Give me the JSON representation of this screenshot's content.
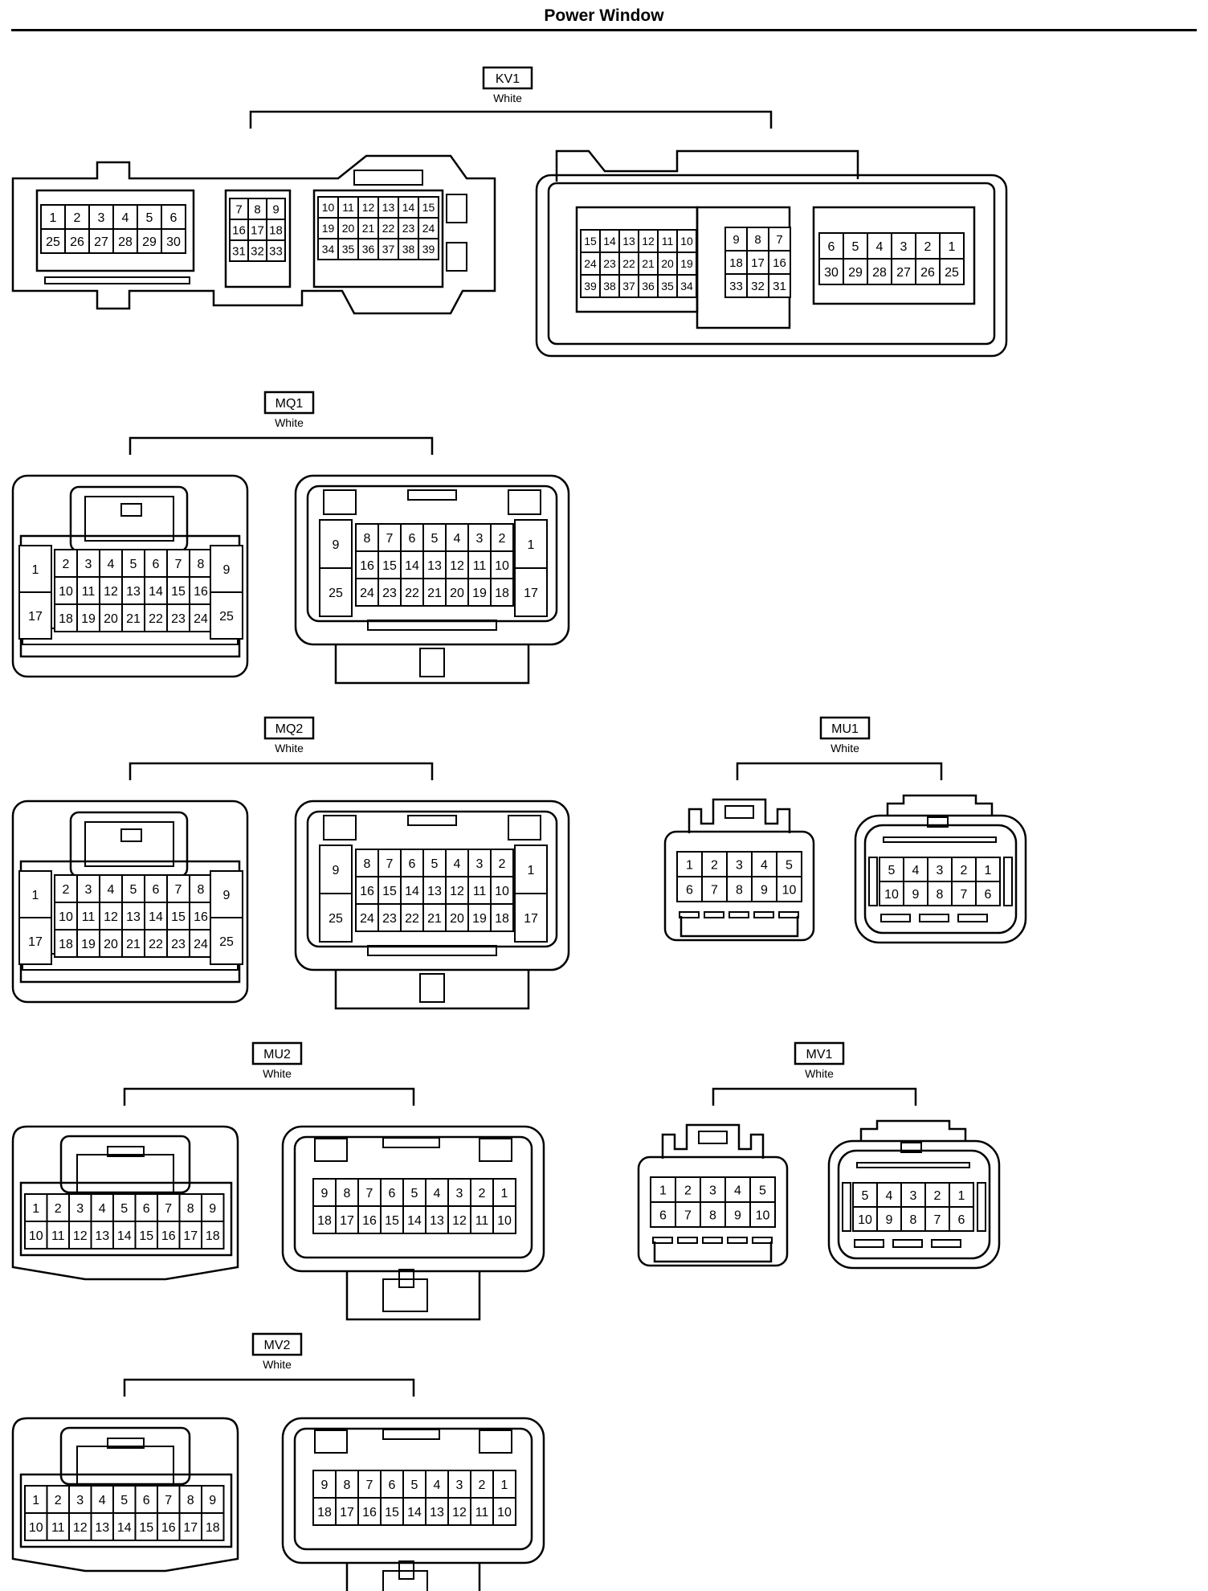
{
  "page": {
    "title": "Power Window"
  },
  "connectors": [
    {
      "id": "KV1",
      "color": "White",
      "views": [
        {
          "kind": "kv-left",
          "groups": [
            {
              "rows": [
                [
                  "1",
                  "2",
                  "3",
                  "4",
                  "5",
                  "6"
                ],
                [
                  "25",
                  "26",
                  "27",
                  "28",
                  "29",
                  "30"
                ]
              ]
            },
            {
              "rows": [
                [
                  "7",
                  "8",
                  "9"
                ],
                [
                  "16",
                  "17",
                  "18"
                ],
                [
                  "31",
                  "32",
                  "33"
                ]
              ]
            },
            {
              "rows": [
                [
                  "10",
                  "11",
                  "12",
                  "13",
                  "14",
                  "15"
                ],
                [
                  "19",
                  "20",
                  "21",
                  "22",
                  "23",
                  "24"
                ],
                [
                  "34",
                  "35",
                  "36",
                  "37",
                  "38",
                  "39"
                ]
              ]
            }
          ]
        },
        {
          "kind": "kv-right",
          "groups": [
            {
              "rows": [
                [
                  "15",
                  "14",
                  "13",
                  "12",
                  "11",
                  "10"
                ],
                [
                  "24",
                  "23",
                  "22",
                  "21",
                  "20",
                  "19"
                ],
                [
                  "39",
                  "38",
                  "37",
                  "36",
                  "35",
                  "34"
                ]
              ]
            },
            {
              "rows": [
                [
                  "9",
                  "8",
                  "7"
                ],
                [
                  "18",
                  "17",
                  "16"
                ],
                [
                  "33",
                  "32",
                  "31"
                ]
              ]
            },
            {
              "rows": [
                [
                  "6",
                  "5",
                  "4",
                  "3",
                  "2",
                  "1"
                ],
                [
                  "30",
                  "29",
                  "28",
                  "27",
                  "26",
                  "25"
                ]
              ]
            }
          ]
        }
      ]
    },
    {
      "id": "MQ1",
      "color": "White",
      "views": [
        {
          "kind": "mq-left",
          "left": [
            "1",
            "17"
          ],
          "right": [
            "9",
            "25"
          ],
          "rows": [
            [
              "2",
              "3",
              "4",
              "5",
              "6",
              "7",
              "8"
            ],
            [
              "10",
              "11",
              "12",
              "13",
              "14",
              "15",
              "16"
            ],
            [
              "18",
              "19",
              "20",
              "21",
              "22",
              "23",
              "24"
            ]
          ]
        },
        {
          "kind": "mq-right",
          "left": [
            "9",
            "25"
          ],
          "right": [
            "1",
            "17"
          ],
          "rows": [
            [
              "8",
              "7",
              "6",
              "5",
              "4",
              "3",
              "2"
            ],
            [
              "16",
              "15",
              "14",
              "13",
              "12",
              "11",
              "10"
            ],
            [
              "24",
              "23",
              "22",
              "21",
              "20",
              "19",
              "18"
            ]
          ]
        }
      ]
    },
    {
      "id": "MQ2",
      "color": "White",
      "views": [
        {
          "kind": "mq-left",
          "left": [
            "1",
            "17"
          ],
          "right": [
            "9",
            "25"
          ],
          "rows": [
            [
              "2",
              "3",
              "4",
              "5",
              "6",
              "7",
              "8"
            ],
            [
              "10",
              "11",
              "12",
              "13",
              "14",
              "15",
              "16"
            ],
            [
              "18",
              "19",
              "20",
              "21",
              "22",
              "23",
              "24"
            ]
          ]
        },
        {
          "kind": "mq-right",
          "left": [
            "9",
            "25"
          ],
          "right": [
            "1",
            "17"
          ],
          "rows": [
            [
              "8",
              "7",
              "6",
              "5",
              "4",
              "3",
              "2"
            ],
            [
              "16",
              "15",
              "14",
              "13",
              "12",
              "11",
              "10"
            ],
            [
              "24",
              "23",
              "22",
              "21",
              "20",
              "19",
              "18"
            ]
          ]
        }
      ]
    },
    {
      "id": "MU1",
      "color": "White",
      "views": [
        {
          "kind": "small-left",
          "rows": [
            [
              "1",
              "2",
              "3",
              "4",
              "5"
            ],
            [
              "6",
              "7",
              "8",
              "9",
              "10"
            ]
          ]
        },
        {
          "kind": "small-right",
          "rows": [
            [
              "5",
              "4",
              "3",
              "2",
              "1"
            ],
            [
              "10",
              "9",
              "8",
              "7",
              "6"
            ]
          ]
        }
      ]
    },
    {
      "id": "MU2",
      "color": "White",
      "views": [
        {
          "kind": "wide-left",
          "rows": [
            [
              "1",
              "2",
              "3",
              "4",
              "5",
              "6",
              "7",
              "8",
              "9"
            ],
            [
              "10",
              "11",
              "12",
              "13",
              "14",
              "15",
              "16",
              "17",
              "18"
            ]
          ]
        },
        {
          "kind": "wide-right",
          "rows": [
            [
              "9",
              "8",
              "7",
              "6",
              "5",
              "4",
              "3",
              "2",
              "1"
            ],
            [
              "18",
              "17",
              "16",
              "15",
              "14",
              "13",
              "12",
              "11",
              "10"
            ]
          ]
        }
      ]
    },
    {
      "id": "MV1",
      "color": "White",
      "views": [
        {
          "kind": "small-left",
          "rows": [
            [
              "1",
              "2",
              "3",
              "4",
              "5"
            ],
            [
              "6",
              "7",
              "8",
              "9",
              "10"
            ]
          ]
        },
        {
          "kind": "small-right",
          "rows": [
            [
              "5",
              "4",
              "3",
              "2",
              "1"
            ],
            [
              "10",
              "9",
              "8",
              "7",
              "6"
            ]
          ]
        }
      ]
    },
    {
      "id": "MV2",
      "color": "White",
      "views": [
        {
          "kind": "wide-left",
          "rows": [
            [
              "1",
              "2",
              "3",
              "4",
              "5",
              "6",
              "7",
              "8",
              "9"
            ],
            [
              "10",
              "11",
              "12",
              "13",
              "14",
              "15",
              "16",
              "17",
              "18"
            ]
          ]
        },
        {
          "kind": "wide-right",
          "rows": [
            [
              "9",
              "8",
              "7",
              "6",
              "5",
              "4",
              "3",
              "2",
              "1"
            ],
            [
              "18",
              "17",
              "16",
              "15",
              "14",
              "13",
              "12",
              "11",
              "10"
            ]
          ]
        }
      ]
    }
  ]
}
